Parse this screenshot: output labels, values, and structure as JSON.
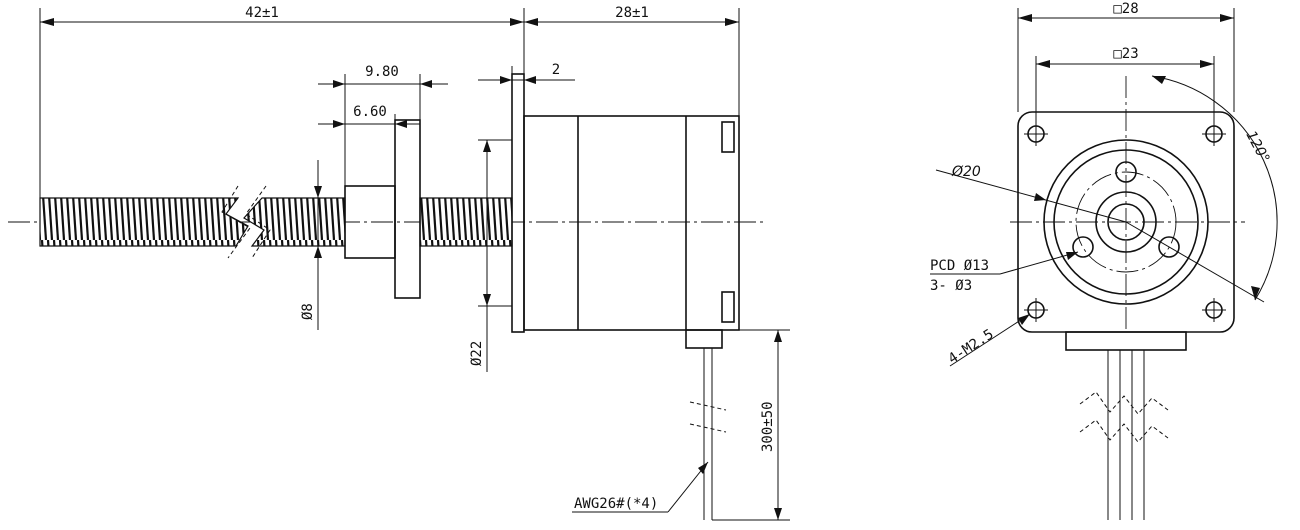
{
  "side_view": {
    "overall_length": "42±1",
    "motor_length": "28±1",
    "flange_offset": "9.80",
    "flange_inner": "6.60",
    "pilot_thickness": "2",
    "screw_diameter": "Ø8",
    "pilot_diameter": "Ø22",
    "lead_length": "300±50",
    "wire_spec": "AWG26#(*4)"
  },
  "front_view": {
    "frame_size": "□28",
    "hole_spacing": "□23",
    "angle": "120°",
    "boss_diameter": "Ø20",
    "pcd": "PCD Ø13",
    "pcd_holes": "3- Ø3",
    "mount_holes": "4-M2.5"
  }
}
